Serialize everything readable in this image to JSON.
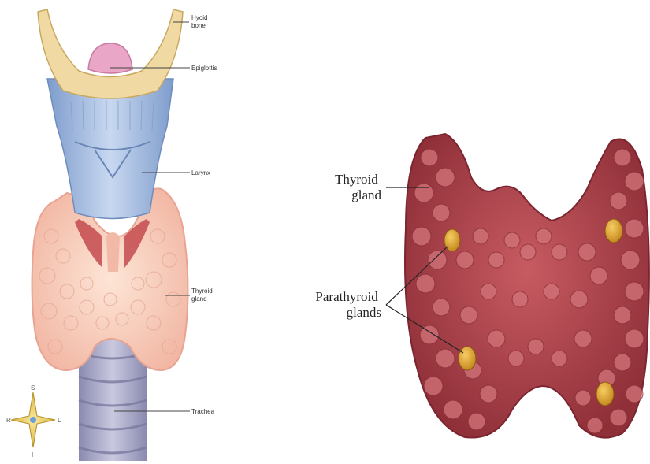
{
  "left_panel": {
    "labels": {
      "hyoid": [
        "Hyoid",
        "bone"
      ],
      "epiglottis": "Epiglottis",
      "larynx": "Larynx",
      "thyroid": [
        "Thyroid",
        "gland"
      ],
      "trachea": "Trachea"
    },
    "compass": {
      "superior": "S",
      "inferior": "I",
      "right": "R",
      "left": "L"
    }
  },
  "right_panel": {
    "labels": {
      "thyroid": [
        "Thyroid",
        "gland"
      ],
      "parathyroid": [
        "Parathyroid",
        "glands"
      ]
    }
  },
  "colors": {
    "thyroid_light": "#f7c9b8",
    "thyroid_dark": "#b8474f",
    "parathyroid": "#e0a326",
    "larynx": "#9fb8de",
    "hyoid": "#f0d9a3",
    "trachea": "#a9a9c8"
  }
}
